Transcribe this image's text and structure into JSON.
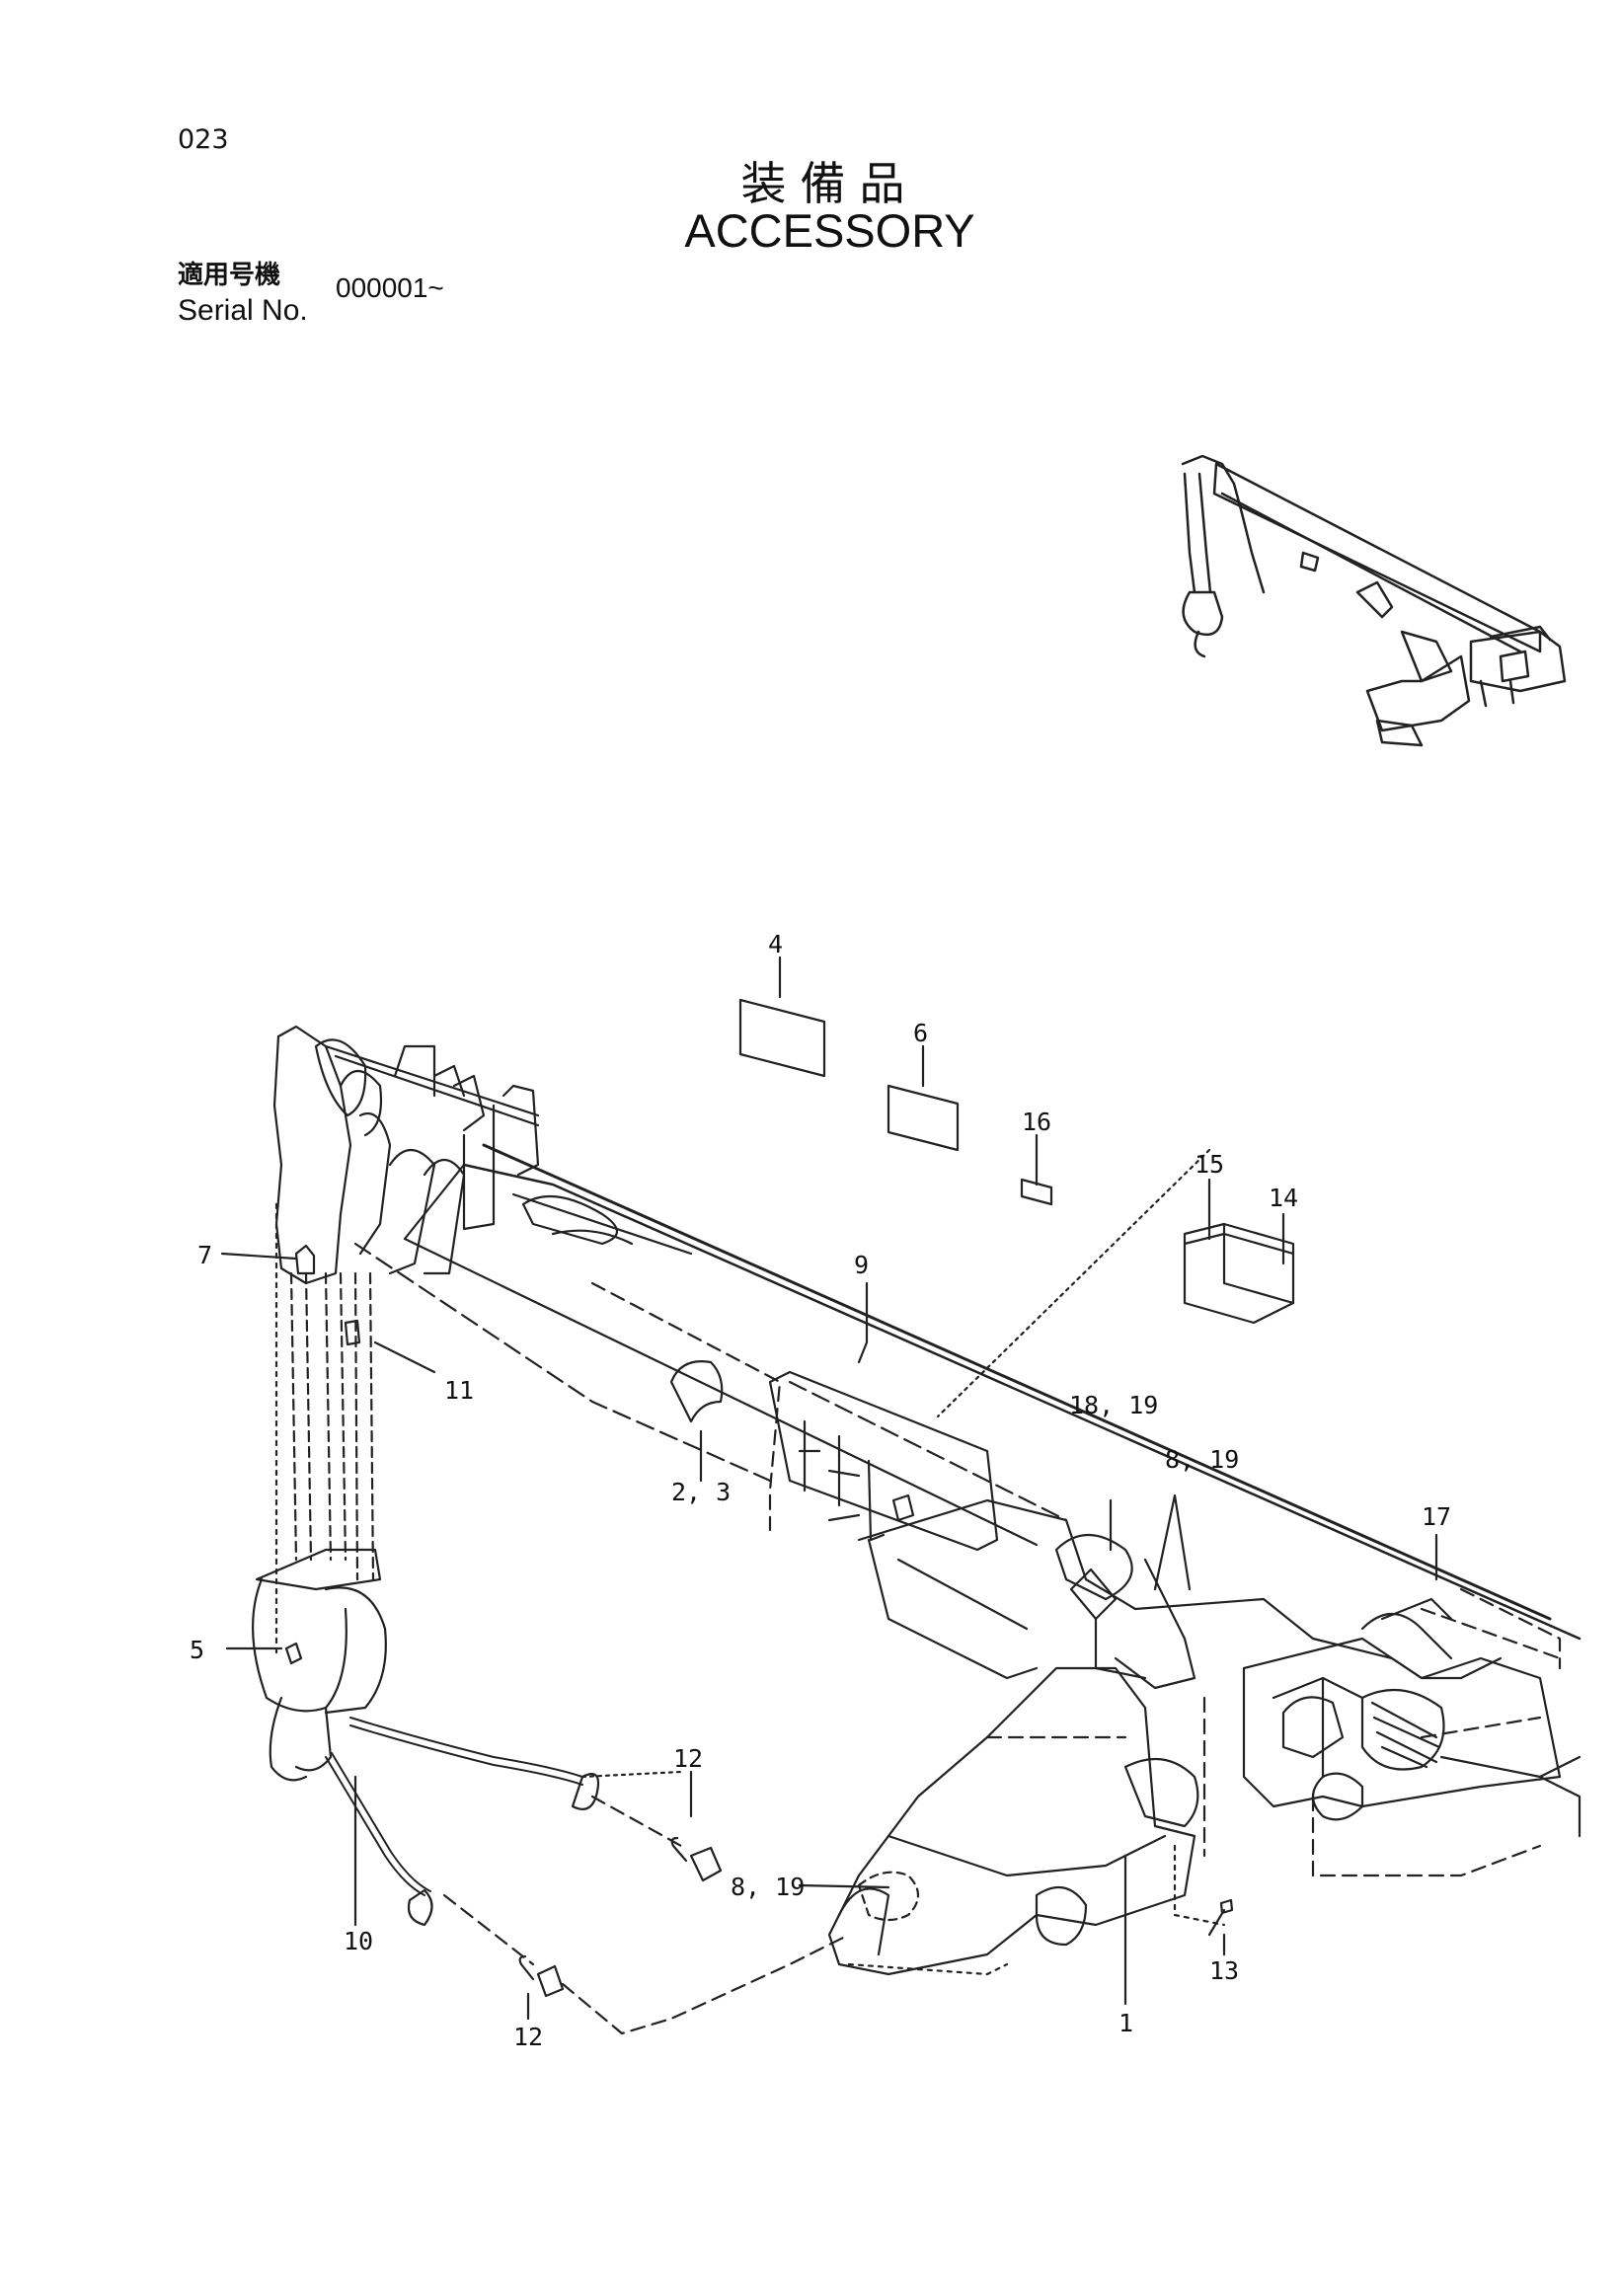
{
  "header": {
    "page_number": "023",
    "title_ja": "装備品",
    "title_en": "ACCESSORY",
    "serial_label_ja": "適用号機",
    "serial_label_en": "Serial No.",
    "serial_value": "000001~"
  },
  "callouts": [
    {
      "id": "c4",
      "label": "4"
    },
    {
      "id": "c6",
      "label": "6"
    },
    {
      "id": "c16",
      "label": "16"
    },
    {
      "id": "c15",
      "label": "15"
    },
    {
      "id": "c14",
      "label": "14"
    },
    {
      "id": "c7",
      "label": "7"
    },
    {
      "id": "c9",
      "label": "9"
    },
    {
      "id": "c11",
      "label": "11"
    },
    {
      "id": "c23",
      "label": "2, 3"
    },
    {
      "id": "c1819",
      "label": "18, 19"
    },
    {
      "id": "c819a",
      "label": "8, 19"
    },
    {
      "id": "c17",
      "label": "17"
    },
    {
      "id": "c5",
      "label": "5"
    },
    {
      "id": "c12a",
      "label": "12"
    },
    {
      "id": "c819b",
      "label": "8, 19"
    },
    {
      "id": "c10",
      "label": "10"
    },
    {
      "id": "c12b",
      "label": "12"
    },
    {
      "id": "c13",
      "label": "13"
    },
    {
      "id": "c1",
      "label": "1"
    }
  ]
}
